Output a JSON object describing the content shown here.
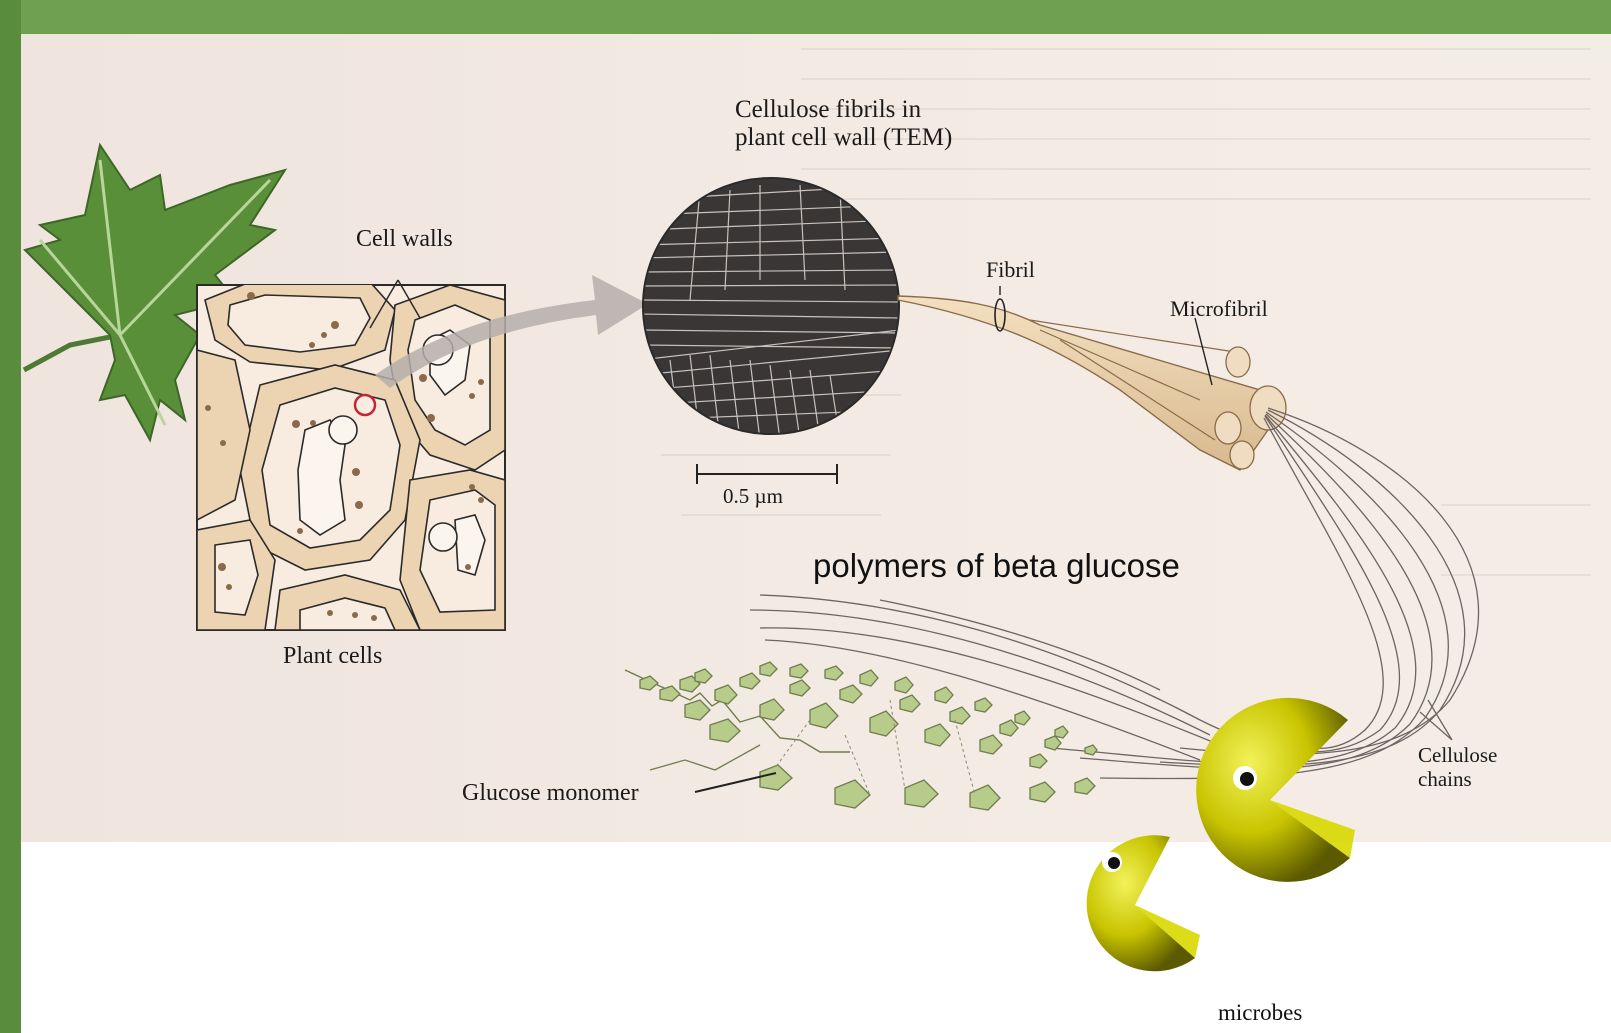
{
  "colors": {
    "frame_green": "#6fa050",
    "panel_background": "#f1e7e1",
    "cell_fill": "#ecd3b2",
    "fibril_fill": "#ead2ad",
    "glucose_green": "#b7cc8a",
    "microbe_yellow": "#c8c800"
  },
  "icons": [
    "leaf-icon",
    "microbe-pacman-icon"
  ],
  "labels": {
    "title_line1": "Cellulose fibrils in",
    "title_line2": "plant cell wall (TEM)",
    "cell_walls": "Cell walls",
    "fibril": "Fibril",
    "microfibril": "Microfibril",
    "scale_bar": "0.5 µm",
    "plant_cells": "Plant cells",
    "glucose_monomer": "Glucose monomer",
    "cellulose_chains_line1": "Cellulose",
    "cellulose_chains_line2": "chains",
    "polymers": "polymers of beta glucose",
    "microbes": "microbes"
  }
}
